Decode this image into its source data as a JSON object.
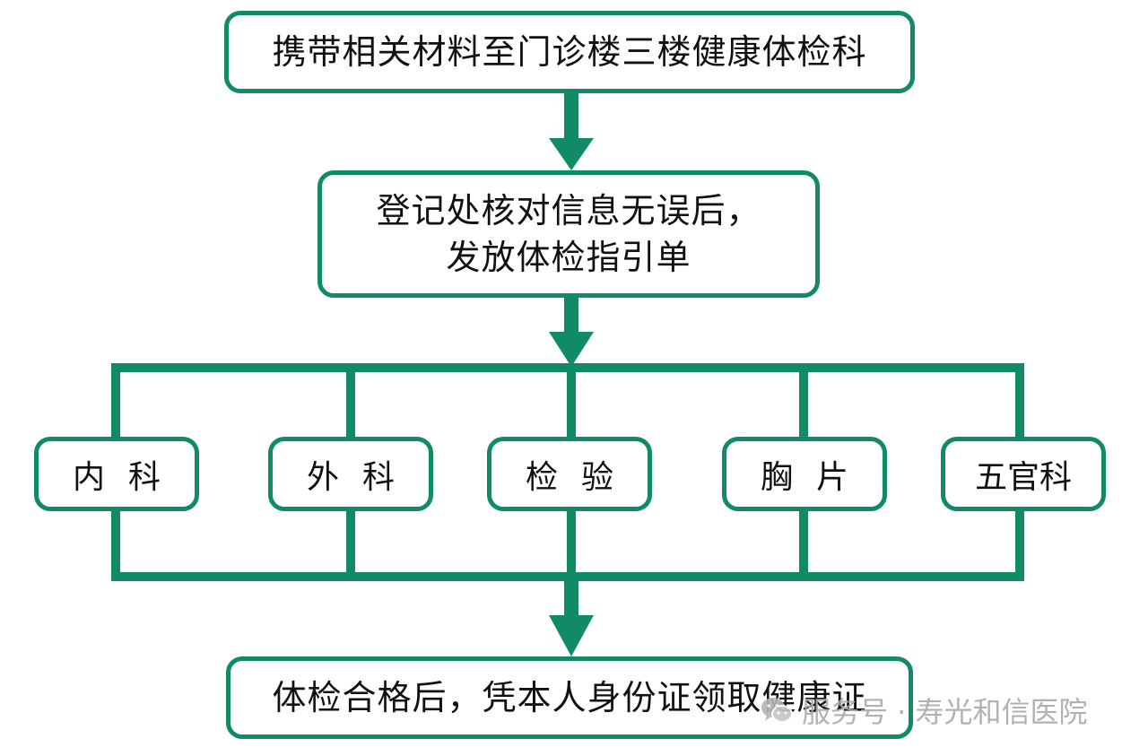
{
  "steps": {
    "step1": "携带相关材料至门诊楼三楼健康体检科",
    "step2_line1": "登记处核对信息无误后，",
    "step2_line2": "发放体检指引单",
    "step4": "体检合格后，凭本人身份证领取健康证"
  },
  "departments": [
    {
      "label": "内科",
      "id": "internal-medicine"
    },
    {
      "label": "外科",
      "id": "surgery"
    },
    {
      "label": "检验",
      "id": "laboratory"
    },
    {
      "label": "胸片",
      "id": "chest-xray"
    },
    {
      "label": "五官科",
      "id": "ent"
    }
  ],
  "watermark": {
    "text": "服务号 · 寿光和信医院",
    "icon": "wechat-icon"
  },
  "colors": {
    "line": "#118a66",
    "text": "#111111",
    "watermark": "#a9a9a9"
  }
}
